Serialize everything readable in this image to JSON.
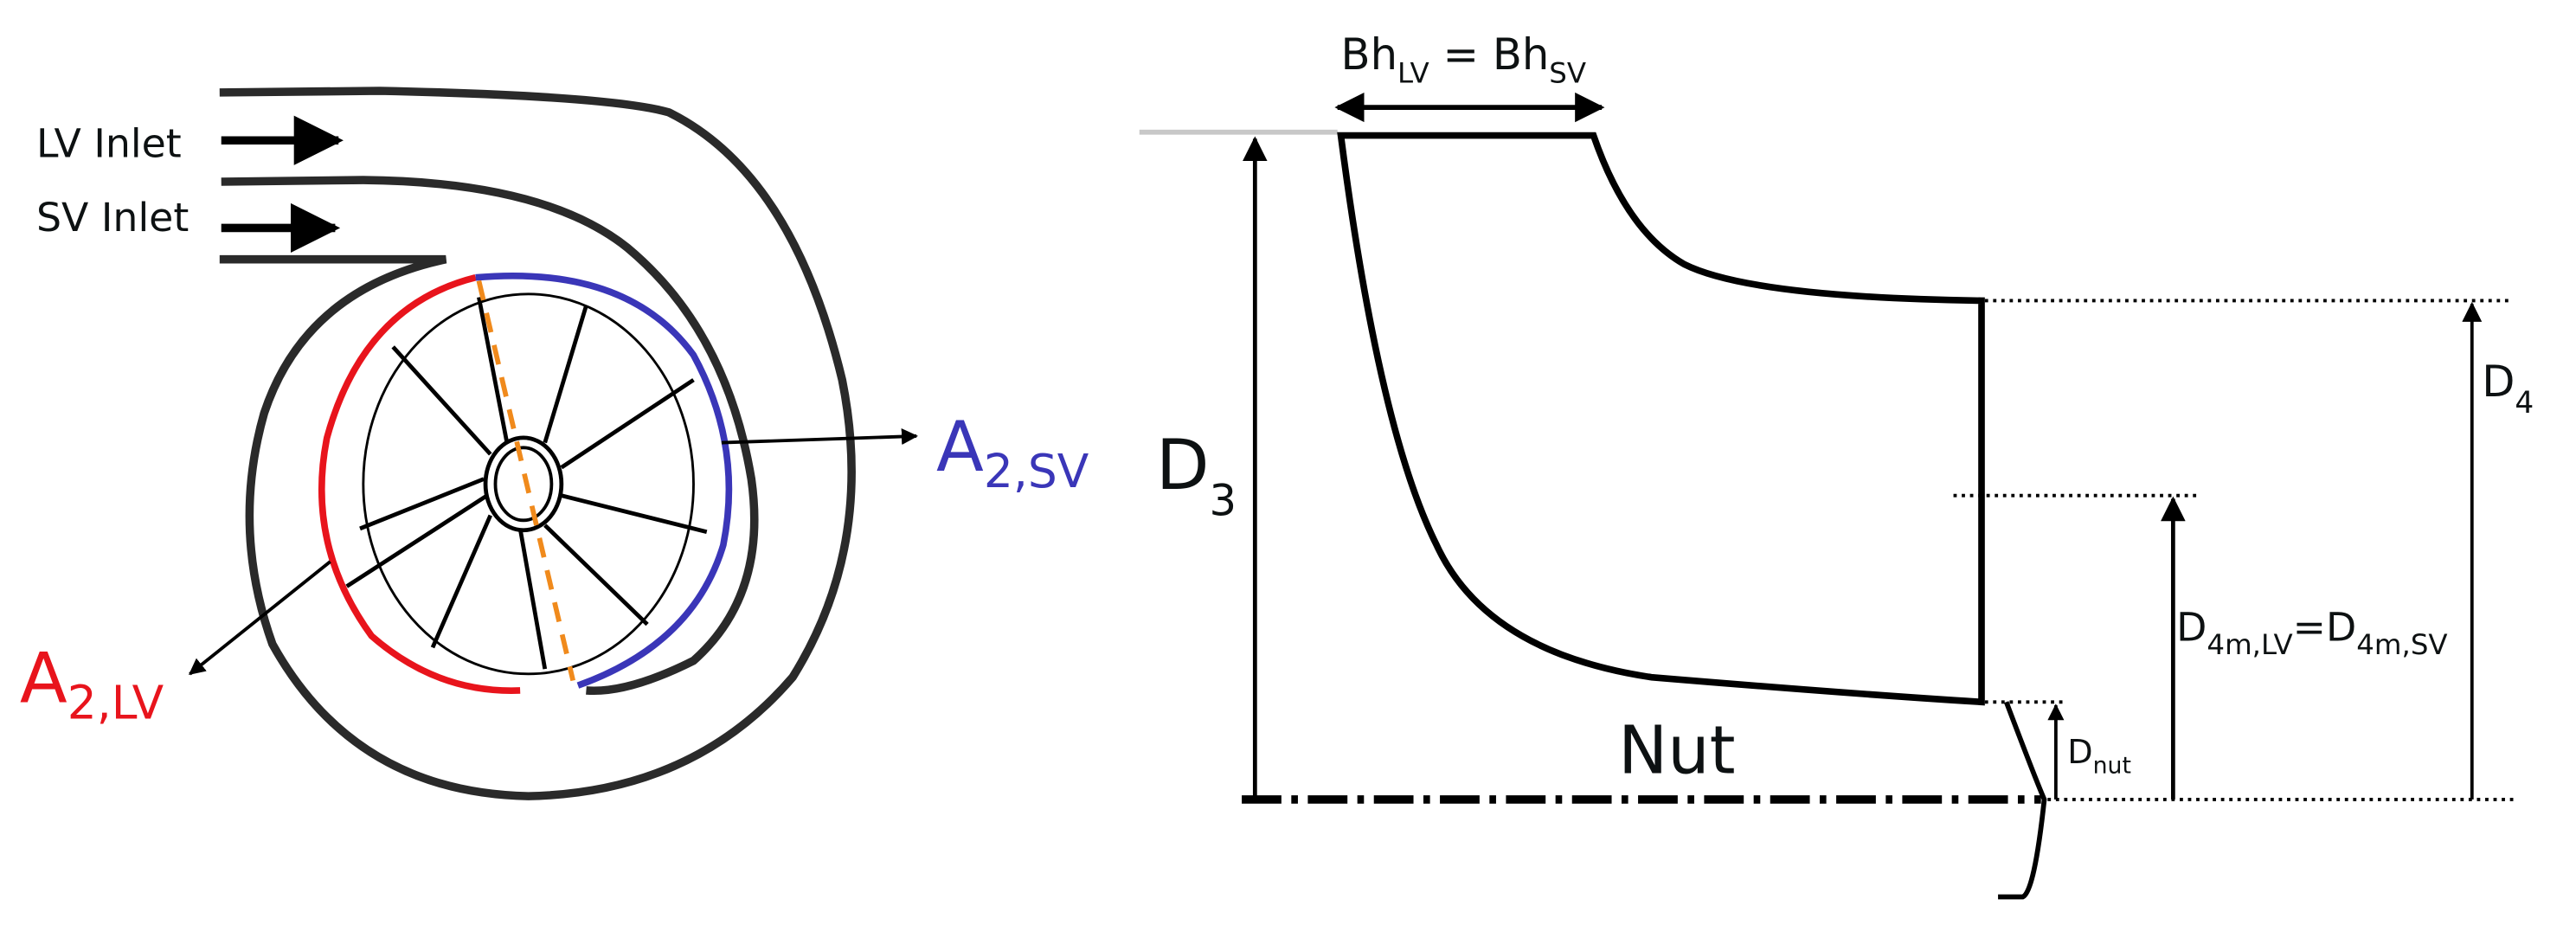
{
  "volute": {
    "lv_inlet_label": "LV Inlet",
    "sv_inlet_label": "SV Inlet",
    "a2_lv": {
      "main": "A",
      "sub": "2,LV",
      "color": "#e8141c"
    },
    "a2_sv": {
      "main": "A",
      "sub": "2,SV",
      "color": "#3a36b8"
    },
    "dashed_line_color": "#f08a1c"
  },
  "meridional": {
    "bh_label": {
      "left_main": "Bh",
      "left_sub": "LV",
      "eq": " = ",
      "right_main": "Bh",
      "right_sub": "SV"
    },
    "d3": {
      "main": "D",
      "sub": "3"
    },
    "d4": {
      "main": "D",
      "sub": "4"
    },
    "d4m": {
      "left_main": "D",
      "left_sub": "4m,LV",
      "eq": "=",
      "right_main": "D",
      "right_sub": "4m,SV"
    },
    "dnut": {
      "main": "D",
      "sub": "nut"
    },
    "nut_label": "Nut"
  }
}
